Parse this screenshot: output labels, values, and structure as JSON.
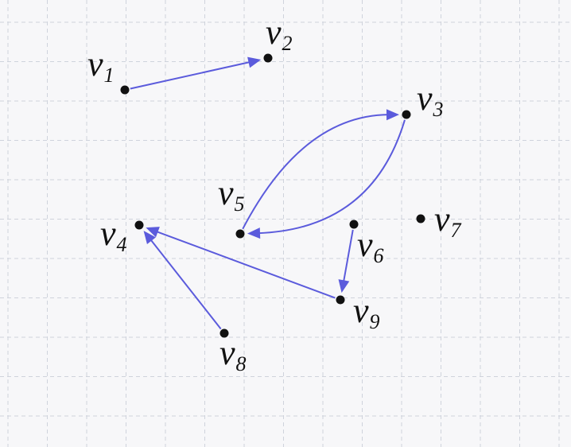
{
  "colors": {
    "edge": "#5b5bdc",
    "vertex": "#111111",
    "grid": "#cfd3dc",
    "background": "#f7f7f9"
  },
  "vertices": [
    {
      "id": "v1",
      "letter": "v",
      "index": "1"
    },
    {
      "id": "v2",
      "letter": "v",
      "index": "2"
    },
    {
      "id": "v3",
      "letter": "v",
      "index": "3"
    },
    {
      "id": "v4",
      "letter": "v",
      "index": "4"
    },
    {
      "id": "v5",
      "letter": "v",
      "index": "5"
    },
    {
      "id": "v6",
      "letter": "v",
      "index": "6"
    },
    {
      "id": "v7",
      "letter": "v",
      "index": "7"
    },
    {
      "id": "v8",
      "letter": "v",
      "index": "8"
    },
    {
      "id": "v9",
      "letter": "v",
      "index": "9"
    }
  ],
  "edges": [
    {
      "from": "v1",
      "to": "v2"
    },
    {
      "from": "v5",
      "to": "v3"
    },
    {
      "from": "v3",
      "to": "v5"
    },
    {
      "from": "v6",
      "to": "v9"
    },
    {
      "from": "v9",
      "to": "v4"
    },
    {
      "from": "v8",
      "to": "v4"
    }
  ]
}
